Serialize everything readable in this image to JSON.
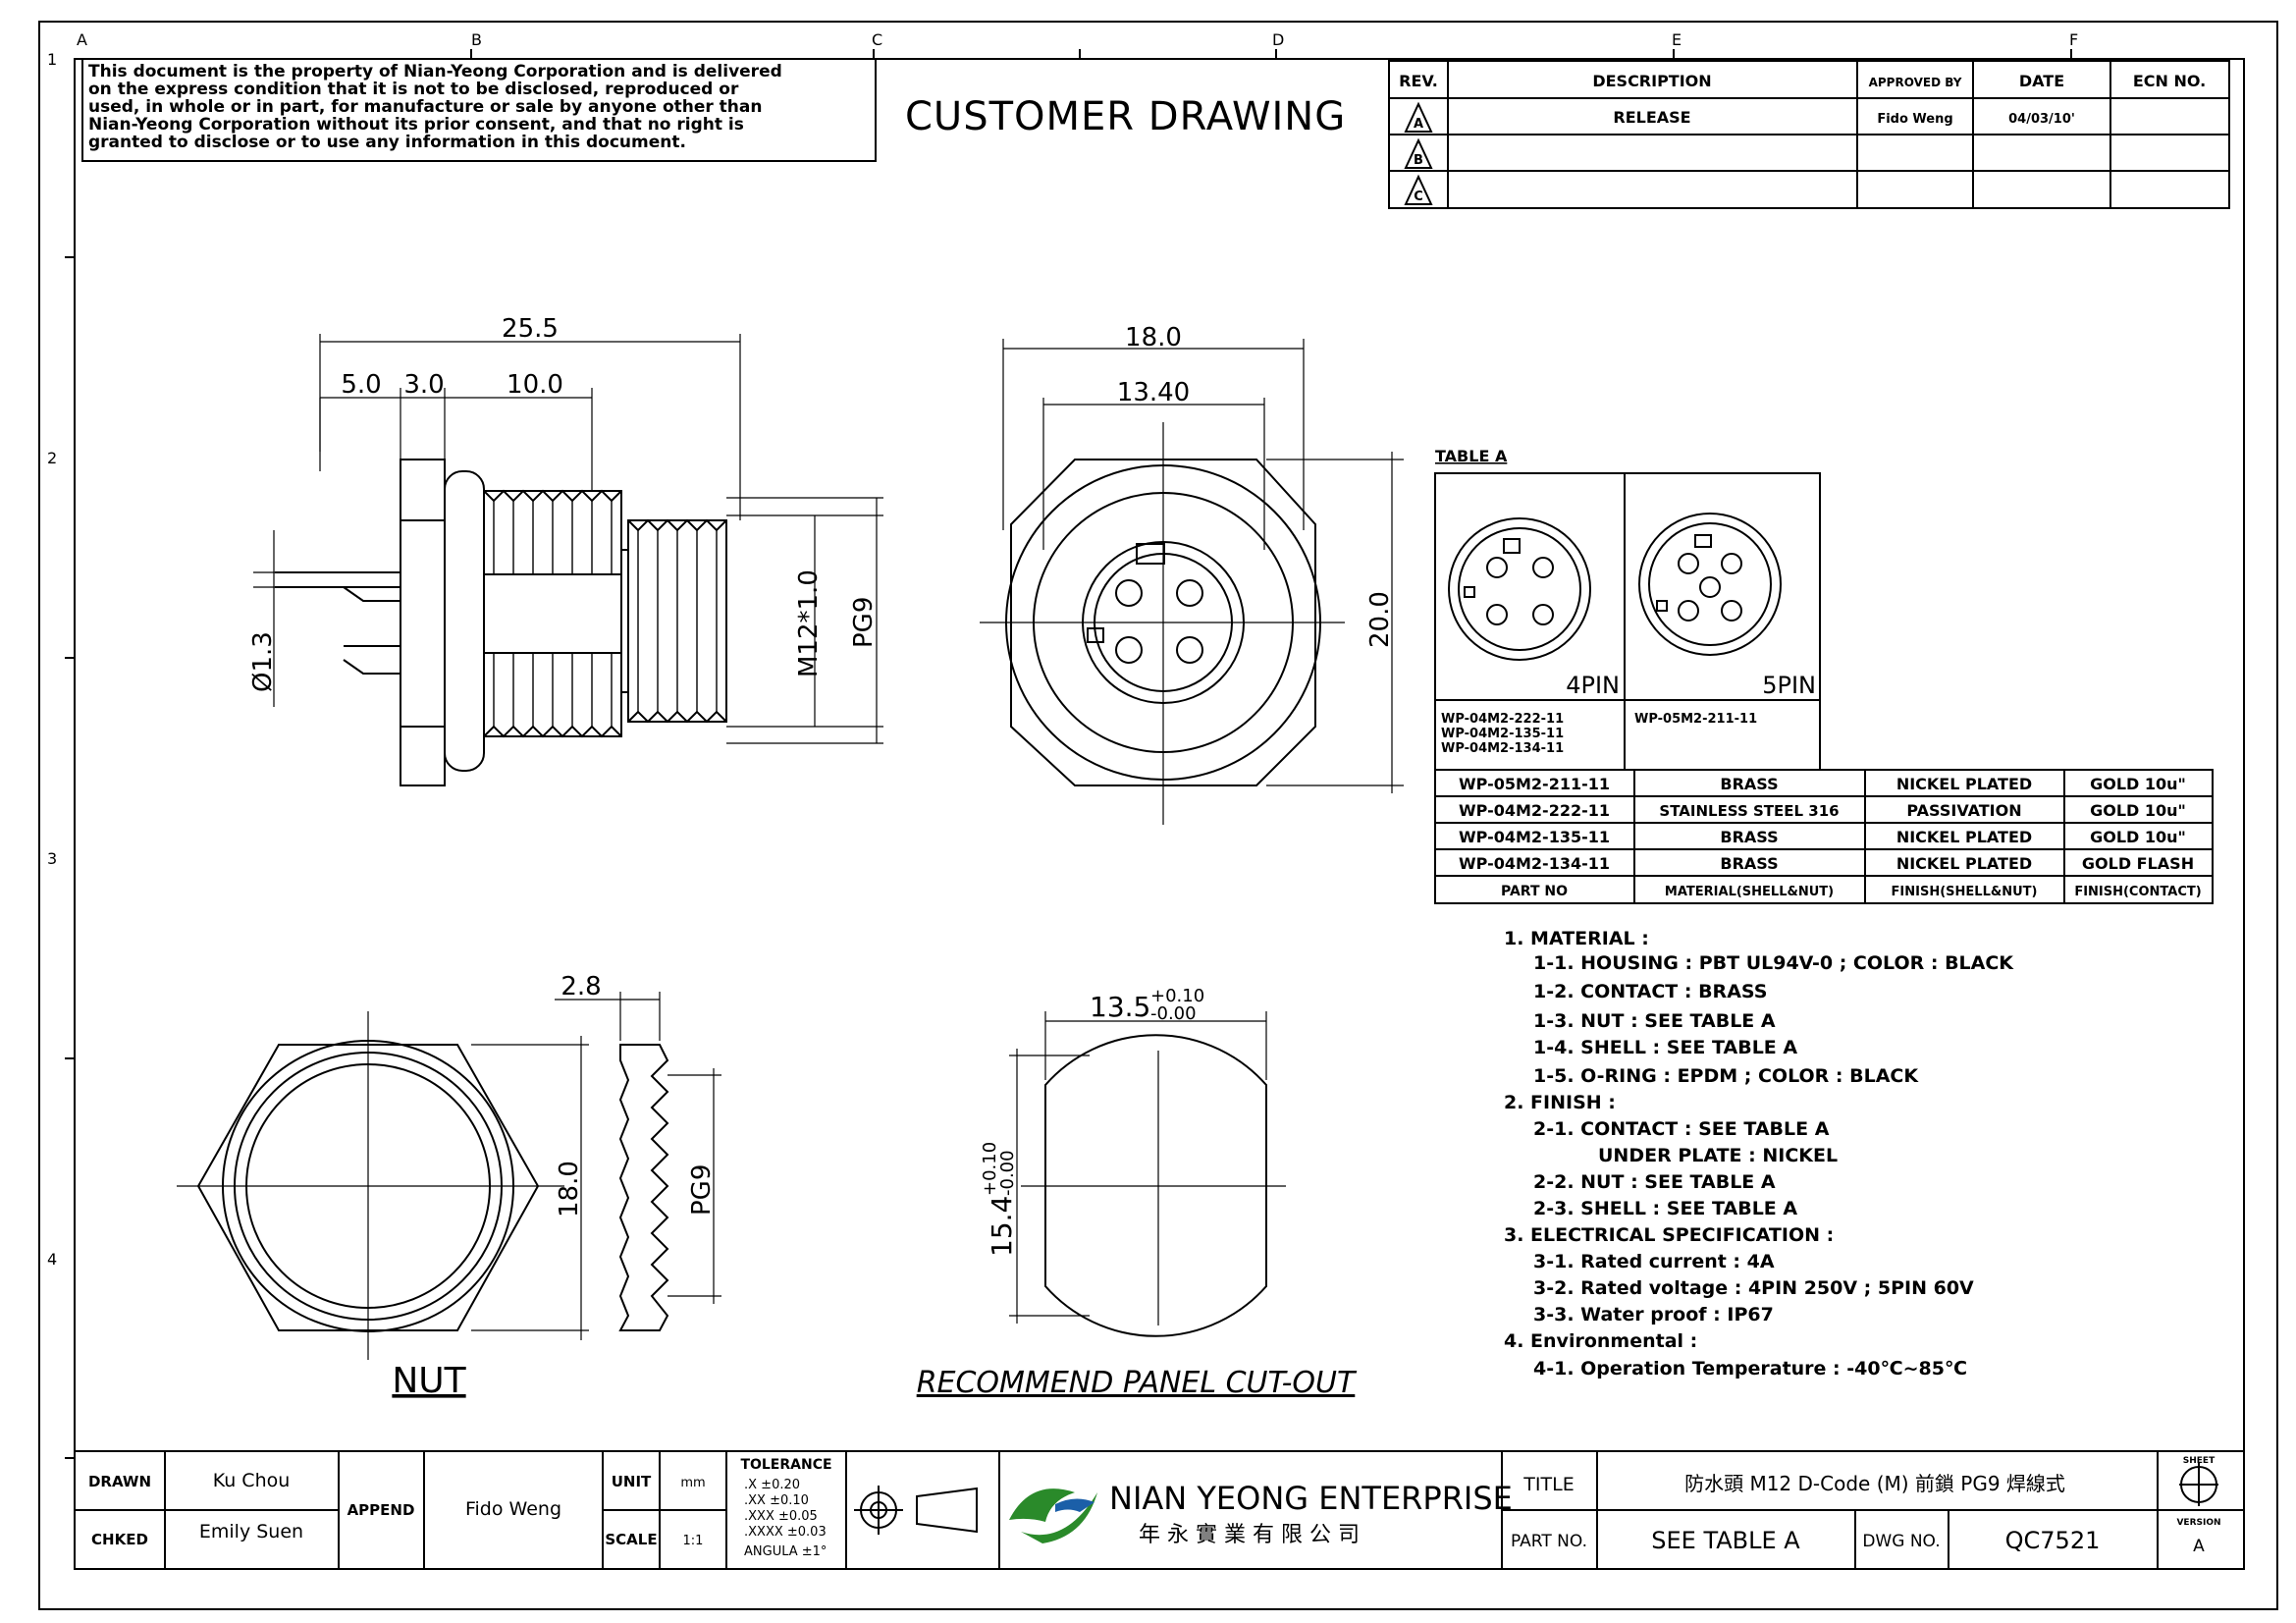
{
  "notice": [
    "This document is the property of Nian-Yeong Corporation and is delivered",
    "on  the  express condition that it is not to be disclosed, reproduced or",
    "used, in whole or in part, for manufacture or sale by anyone other than",
    "Nian-Yeong Corporation without  its prior consent, and that  no right  is",
    "granted to disclose or to use any information in this  document."
  ],
  "drawing_title": "CUSTOMER  DRAWING",
  "zone_letters": [
    "A",
    "B",
    "C",
    "D",
    "E",
    "F"
  ],
  "zone_numbers": [
    "1",
    "2",
    "3",
    "4"
  ],
  "revision_table": {
    "headers": [
      "REV.",
      "DESCRIPTION",
      "APPROVED BY",
      "DATE",
      "ECN NO."
    ],
    "rows": [
      {
        "rev": "A",
        "description": "RELEASE",
        "approved": "Fido Weng",
        "date": "04/03/10'",
        "ecn": ""
      },
      {
        "rev": "B",
        "description": "",
        "approved": "",
        "date": "",
        "ecn": ""
      },
      {
        "rev": "C",
        "description": "",
        "approved": "",
        "date": "",
        "ecn": ""
      }
    ]
  },
  "side_view": {
    "overall": "25.5",
    "d1": "5.0",
    "d2": "3.0",
    "d3": "10.0",
    "pin_dia": "Ø1.3",
    "thread": "M12*1.0",
    "pg": "PG9"
  },
  "front_view": {
    "width": "18.0",
    "inner": "13.40",
    "height": "20.0"
  },
  "nut_view": {
    "label": "NUT",
    "thickness": "2.8",
    "size": "18.0",
    "pg": "PG9"
  },
  "cutout": {
    "label": "RECOMMEND PANEL CUT-OUT",
    "width": "13.5",
    "width_tol_plus": "+0.10",
    "width_tol_minus": "-0.00",
    "height": "15.4",
    "height_tol_plus": "+0.10",
    "height_tol_minus": "-0.00"
  },
  "table_a": {
    "title": "TABLE A",
    "pin4_label": "4PIN",
    "pin5_label": "5PIN",
    "pin4_parts": [
      "WP-04M2-222-11",
      "WP-04M2-135-11",
      "WP-04M2-134-11"
    ],
    "pin5_parts": [
      "WP-05M2-211-11"
    ],
    "rows": [
      [
        "WP-05M2-211-11",
        "BRASS",
        "NICKEL PLATED",
        "GOLD 10u\""
      ],
      [
        "WP-04M2-222-11",
        "STAINLESS STEEL 316",
        "PASSIVATION",
        "GOLD 10u\""
      ],
      [
        "WP-04M2-135-11",
        "BRASS",
        "NICKEL PLATED",
        "GOLD 10u\""
      ],
      [
        "WP-04M2-134-11",
        "BRASS",
        "NICKEL PLATED",
        "GOLD FLASH"
      ]
    ],
    "footer": [
      "PART NO",
      "MATERIAL(SHELL&NUT)",
      "FINISH(SHELL&NUT)",
      "FINISH(CONTACT)"
    ]
  },
  "notes": [
    "1. MATERIAL :",
    "1-1. HOUSING : PBT UL94V-0 ; COLOR : BLACK",
    "1-2. CONTACT : BRASS",
    "1-3. NUT : SEE TABLE A",
    "1-4. SHELL : SEE TABLE A",
    "1-5. O-RING : EPDM ; COLOR : BLACK",
    "2. FINISH :",
    "2-1. CONTACT : SEE TABLE A",
    "UNDER PLATE : NICKEL",
    "2-2. NUT : SEE TABLE A",
    "2-3. SHELL : SEE TABLE A",
    "3. ELECTRICAL SPECIFICATION :",
    "3-1. Rated current : 4A",
    "3-2. Rated voltage : 4PIN 250V ; 5PIN 60V",
    "3-3. Water proof : IP67",
    "4. Environmental :",
    "4-1. Operation Temperature : -40℃~85℃"
  ],
  "title_block": {
    "drawn_label": "DRAWN",
    "drawn": "Ku Chou",
    "checked_label": "CHKED",
    "checked": "Emily Suen",
    "append_label": "APPEND",
    "append": "Fido Weng",
    "unit_label": "UNIT",
    "unit": "mm",
    "scale_label": "SCALE",
    "scale": "1:1",
    "tolerance_label": "TOLERANCE",
    "tolerances": [
      ".X ±0.20",
      ".XX ±0.10",
      ".XXX ±0.05",
      ".XXXX ±0.03",
      "ANGULA ±1°"
    ],
    "company": "NIAN YEONG ENTERPRISE",
    "company_cn": "年 永 實 業 有 限 公 司",
    "title_label": "TITLE",
    "title": "防水頭 M12 D-Code (M) 前鎖 PG9 焊線式",
    "part_label": "PART NO.",
    "part": "SEE TABLE A",
    "dwg_label": "DWG NO.",
    "dwg": "QC7521",
    "sheet_label": "SHEET",
    "version_label": "VERSION",
    "version": "A"
  }
}
